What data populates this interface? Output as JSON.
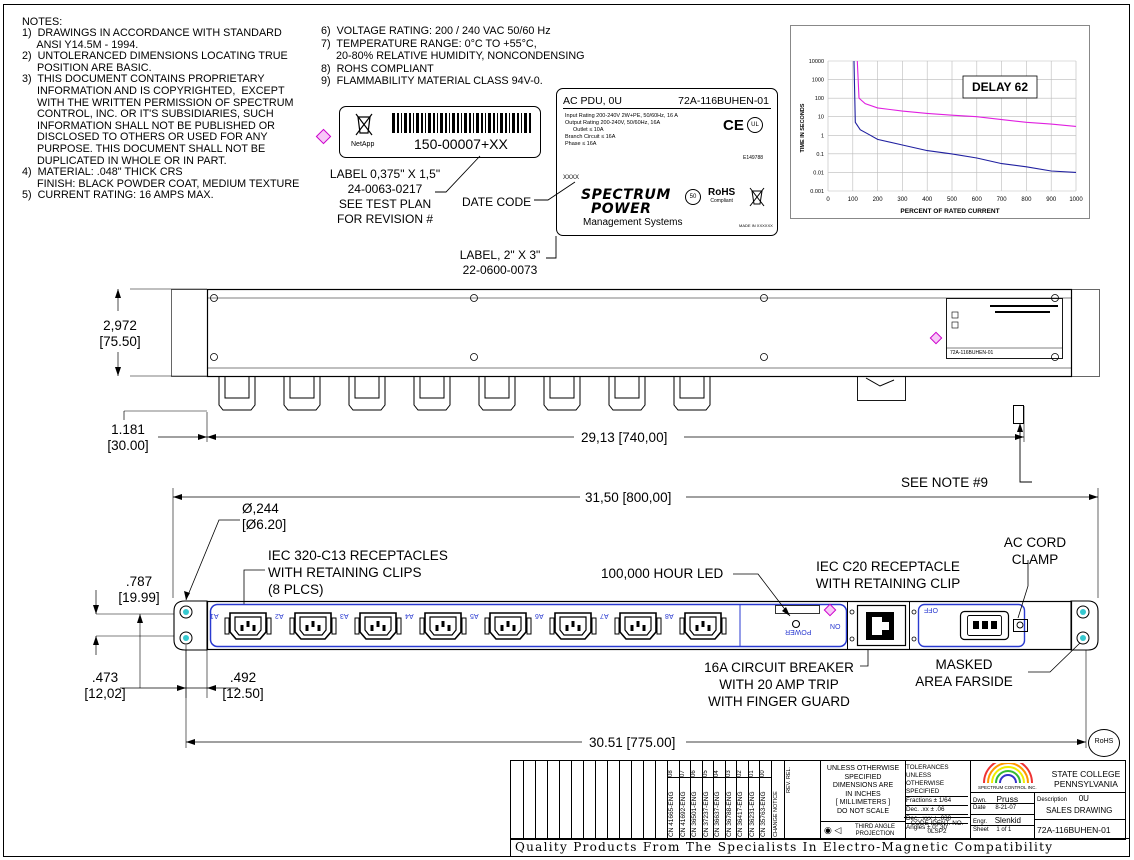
{
  "notes": {
    "heading": "NOTES:",
    "left": [
      "1)  DRAWINGS IN ACCORDANCE WITH STANDARD",
      "     ANSI Y14.5M - 1994.",
      "2)  UNTOLERANCED DIMENSIONS LOCATING TRUE",
      "     POSITION ARE BASIC.",
      "3)  THIS DOCUMENT CONTAINS PROPRIETARY",
      "     INFORMATION AND IS COPYRIGHTED,  EXCEPT",
      "     WITH THE WRITTEN PERMISSION OF SPECTRUM",
      "     CONTROL, INC. OR IT'S SUBSIDIARIES, SUCH",
      "     INFORMATION SHALL NOT BE PUBLISHED OR",
      "     DISCLOSED TO OTHERS OR USED FOR ANY",
      "     PURPOSE. THIS DOCUMENT SHALL NOT BE",
      "     DUPLICATED IN WHOLE OR IN PART.",
      "4)  MATERIAL: .048\" THICK CRS",
      "     FINISH: BLACK POWDER COAT, MEDIUM TEXTURE",
      "5)  CURRENT RATING: 16 AMPS MAX."
    ],
    "right": [
      "6)  VOLTAGE RATING: 200 / 240 VAC 50/60 Hz",
      "7)  TEMPERATURE RANGE: 0°C TO +55°C,",
      "     20-80% RELATIVE HUMIDITY, NONCONDENSING",
      "8)  ROHS COMPLIANT",
      "9)  FLAMMABILITY MATERIAL CLASS 94V-0."
    ]
  },
  "small_label": {
    "brand": "NetApp",
    "part_no": "150-00007+XX",
    "callout": [
      "LABEL 0,375\" X 1,5\"",
      "24-0063-0217",
      "SEE TEST PLAN",
      "FOR REVISION #"
    ]
  },
  "big_label": {
    "title_left": "AC PDU, 0U",
    "title_right": "72A-116BUHEN-01",
    "spec_lines": [
      "Input Rating 200-240V 2W+PE, 50/60Hz, 16 A",
      "Output Rating 200-240V, 50/60Hz, 16A",
      "Outlet ≤ 10A",
      "Branch Circuit ≤ 16A",
      "Phase ≤ 16A"
    ],
    "date_code": "XXXX",
    "logo_top": "SPECTRUM",
    "logo_bottom": "POWER",
    "logo_sub": "Management Systems",
    "rohs": "RoHS",
    "rohs_sub": "Compliant",
    "made_in": "MADE IN XXXXXX",
    "file_no": "E149788",
    "callout_date": "DATE CODE",
    "callout_label": [
      "LABEL, 2\" X 3\"",
      "22-0600-0073"
    ]
  },
  "chart_data": {
    "type": "line",
    "title": "DELAY 62",
    "xlabel": "PERCENT OF RATED CURRENT",
    "ylabel": "TIME IN SECONDS",
    "x_scale": "linear",
    "y_scale": "log",
    "xlim": [
      0,
      1000
    ],
    "ylim": [
      0.001,
      10000
    ],
    "x_ticks": [
      "0",
      "100",
      "200",
      "300",
      "400",
      "500",
      "600",
      "700",
      "800",
      "900",
      "1000"
    ],
    "y_ticks": [
      "0.001",
      "0.01",
      "0.1",
      "1",
      "10",
      "100",
      "1000",
      "10000"
    ],
    "series": [
      {
        "color": "#e020e0",
        "x": [
          118,
          125,
          150,
          200,
          300,
          400,
          500,
          600,
          700,
          800,
          900,
          1000
        ],
        "y": [
          10000,
          100,
          50,
          30,
          20,
          15,
          12,
          10,
          7,
          5,
          4,
          3
        ]
      },
      {
        "color": "#2020a0",
        "x": [
          105,
          110,
          130,
          160,
          200,
          300,
          400,
          500,
          600,
          700,
          800,
          900,
          1000
        ],
        "y": [
          10000,
          5,
          2,
          1.2,
          0.6,
          0.3,
          0.15,
          0.1,
          0.06,
          0.03,
          0.02,
          0.012,
          0.01
        ]
      }
    ]
  },
  "top_view": {
    "dim_height": [
      "2,972",
      "[75.50]"
    ],
    "dim_depth": [
      "1.181",
      "[30.00]"
    ],
    "dim_length": "29,13 [740,00]",
    "note_ref": "SEE NOTE #9",
    "label_text": "72A-116BUHEN-01"
  },
  "front_view": {
    "dim_overall": "31,50 [800,00]",
    "dim_hole": [
      "Ø,244",
      "[Ø6.20]"
    ],
    "dim_787": [
      ".787",
      "[19.99]"
    ],
    "dim_473": [
      ".473",
      "[12,02]"
    ],
    "dim_492": [
      ".492",
      "[12.50]"
    ],
    "dim_mount": "30.51 [775.00]",
    "receptacles_callout": [
      "IEC 320-C13 RECEPTACLES",
      "WITH RETAINING CLIPS",
      "(8 PLCS)"
    ],
    "led_callout": "100,000 HOUR LED",
    "c20_callout": [
      "IEC C20 RECEPTACLE",
      "WITH RETAINING CLIP"
    ],
    "cord_clamp_callout": [
      "AC CORD",
      "CLAMP"
    ],
    "breaker_callout": [
      "16A CIRCUIT BREAKER",
      "WITH 20 AMP TRIP",
      "WITH FINGER GUARD"
    ],
    "masked_callout": [
      "MASKED",
      "AREA FARSIDE"
    ],
    "outlets": [
      "A1",
      "A2",
      "A3",
      "A4",
      "A5",
      "A6",
      "A7",
      "A8"
    ],
    "power_label": "POWER",
    "on_label": "ON",
    "off_label": "OFF",
    "rohs_badge": "RoHS"
  },
  "revisions": {
    "rows": [
      "CN 41665-ENG",
      "CN 41692-ENG",
      "CN 36501-ENG",
      "CN 37237-ENG",
      "CN 36637-ENG",
      "CN 36788-ENG",
      "CN 36417-ENG",
      "CN 36231-ENG",
      "CN 35763-ENG"
    ],
    "revs": [
      "08",
      "07",
      "06",
      "05",
      "04",
      "03",
      "02",
      "01",
      "00"
    ],
    "change_notice_label": "CHANGE NOTICE",
    "rev_label": "REV. REL."
  },
  "title_block": {
    "unless": [
      "UNLESS OTHERWISE",
      "SPECIFIED",
      "DIMENSIONS ARE",
      "IN INCHES",
      "[ MILLIMETERS ]",
      "DO NOT SCALE"
    ],
    "projection": [
      "THIRD ANGLE",
      "PROJECTION"
    ],
    "tolerances": [
      "TOLERANCES UNLESS",
      "OTHERWISE SPECIFIED",
      "Fractions  ± 1/64",
      "Dec. .xx  ±  .06",
      "Dec. .xxx  ±  .030",
      "Angles ±  0° 30'"
    ],
    "code_ident": [
      "CODE IDENT. NO.",
      "0LSP2"
    ],
    "company": "SPECTRUM CONTROL INC.",
    "location": [
      "STATE COLLEGE",
      "PENNSYLVANIA"
    ],
    "drn_label": "Dwn.",
    "drn_value": "Pruss",
    "date_label": "Date",
    "date_value": "8-21-07",
    "engr_label": "Engr.",
    "engr_value": "Slenkid",
    "sheet_label": "Sheet",
    "sheet_value": "1   of   1",
    "desc_label": "Description",
    "desc_value": "0U",
    "desc_value2": "SALES DRAWING",
    "part_number": "72A-116BUHEN-01"
  },
  "footer": "Quality Products From The Specialists In Electro-Magnetic Compatibility"
}
